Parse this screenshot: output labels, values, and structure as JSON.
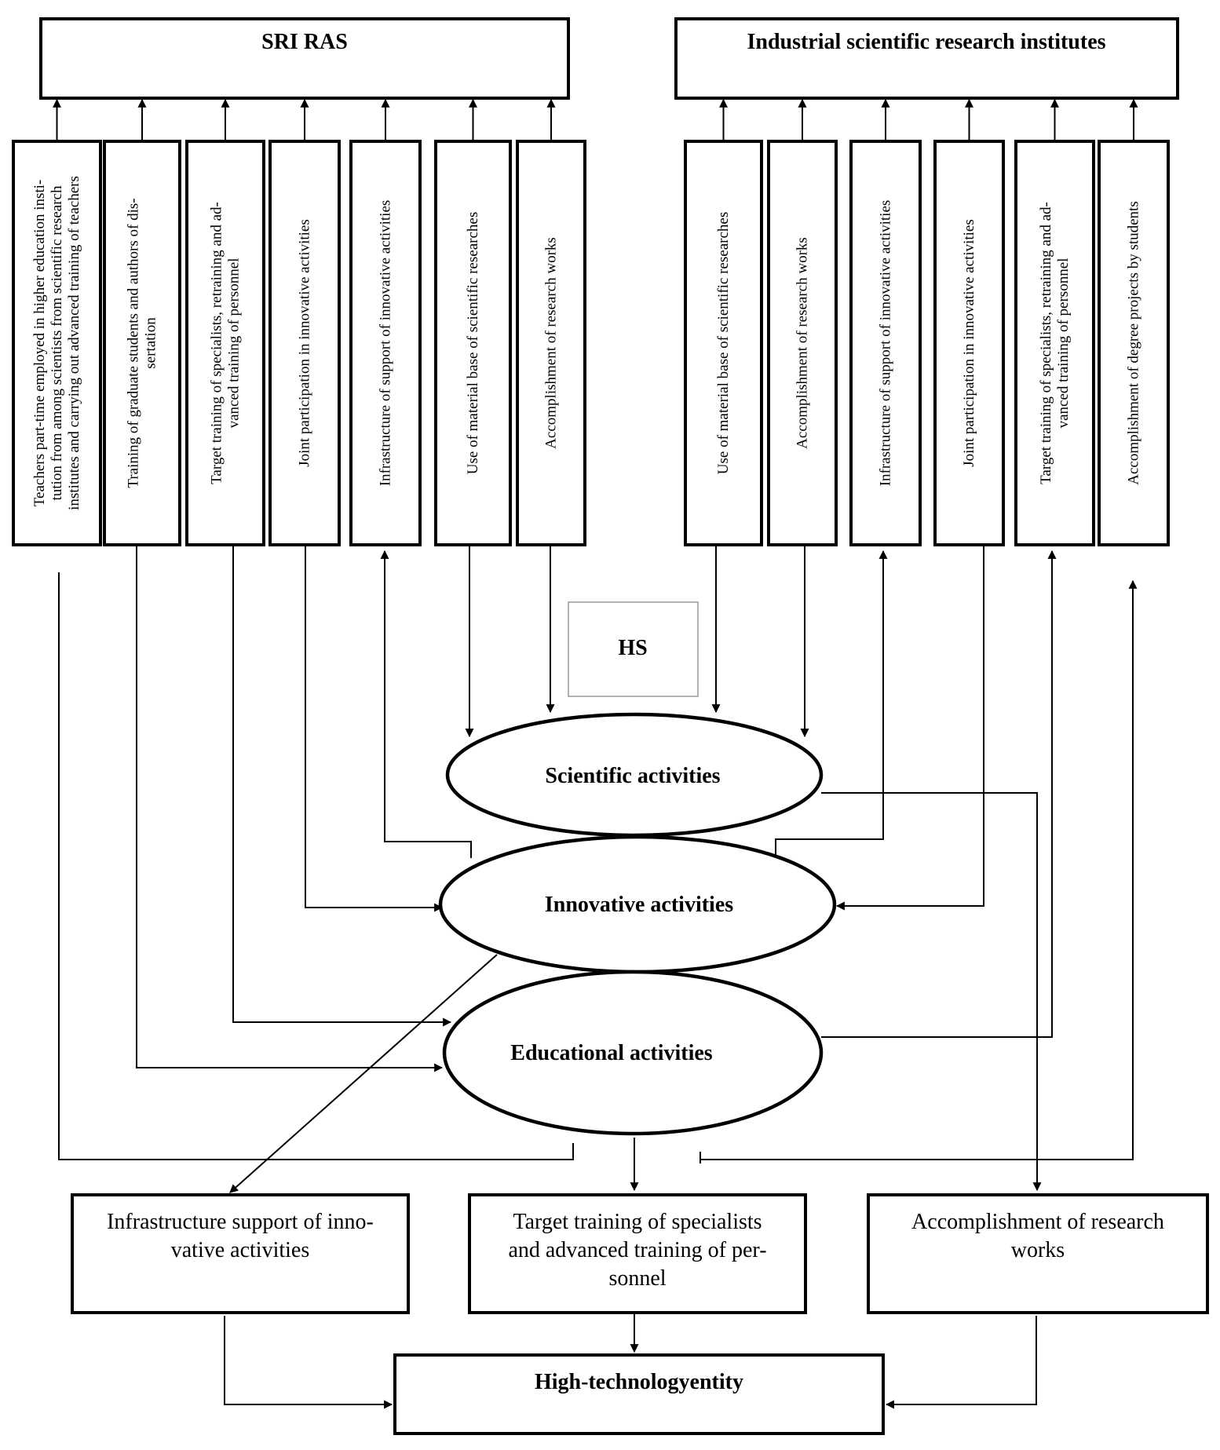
{
  "headers": {
    "sri_ras": "SRI RAS",
    "industrial": "Industrial scientific research institutes"
  },
  "hs_label": "HS",
  "sri_ras_columns": [
    [
      "Teachers part-time employed in higher education insti-",
      "tution from among scientists from scientific research",
      "institutes and carrying out advanced training of teachers"
    ],
    [
      "Training of graduate students and authors of dis-",
      "sertation"
    ],
    [
      "Target training of specialists, retraining and ad-",
      "vanced training of personnel"
    ],
    [
      "Joint participation in innovative activities"
    ],
    [
      "Infrastructure of support of innovative activities"
    ],
    [
      "Use of material base of scientific researches"
    ],
    [
      "Accomplishment of research works"
    ]
  ],
  "industrial_columns": [
    [
      "Use of material base of scientific researches"
    ],
    [
      "Accomplishment of research works"
    ],
    [
      "Infrastructure of support of innovative activities"
    ],
    [
      "Joint participation in innovative activities"
    ],
    [
      "Target training of specialists, retraining and ad-",
      "vanced training of personnel"
    ],
    [
      "Accomplishment of degree projects by students"
    ]
  ],
  "ellipses": {
    "scientific": "Scientific activities",
    "innovative": "Innovative activities",
    "educational": "Educational activities"
  },
  "bottom_boxes": {
    "infrastructure": [
      "Infrastructure support of inno-",
      "vative activities"
    ],
    "target_training": [
      "Target training of specialists",
      "and advanced training of per-",
      "sonnel"
    ],
    "research": [
      "Accomplishment of research",
      "works"
    ]
  },
  "final_box": "High-technologyentity"
}
